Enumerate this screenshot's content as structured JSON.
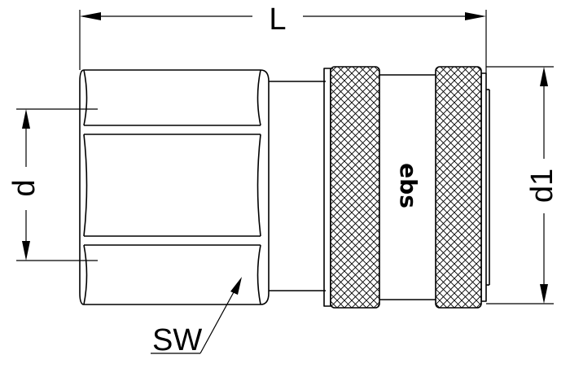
{
  "dimensions": {
    "length": "L",
    "thread_diameter": "d",
    "outer_diameter": "d1",
    "wrench_size": "SW"
  },
  "logo": {
    "text": "ebs"
  }
}
